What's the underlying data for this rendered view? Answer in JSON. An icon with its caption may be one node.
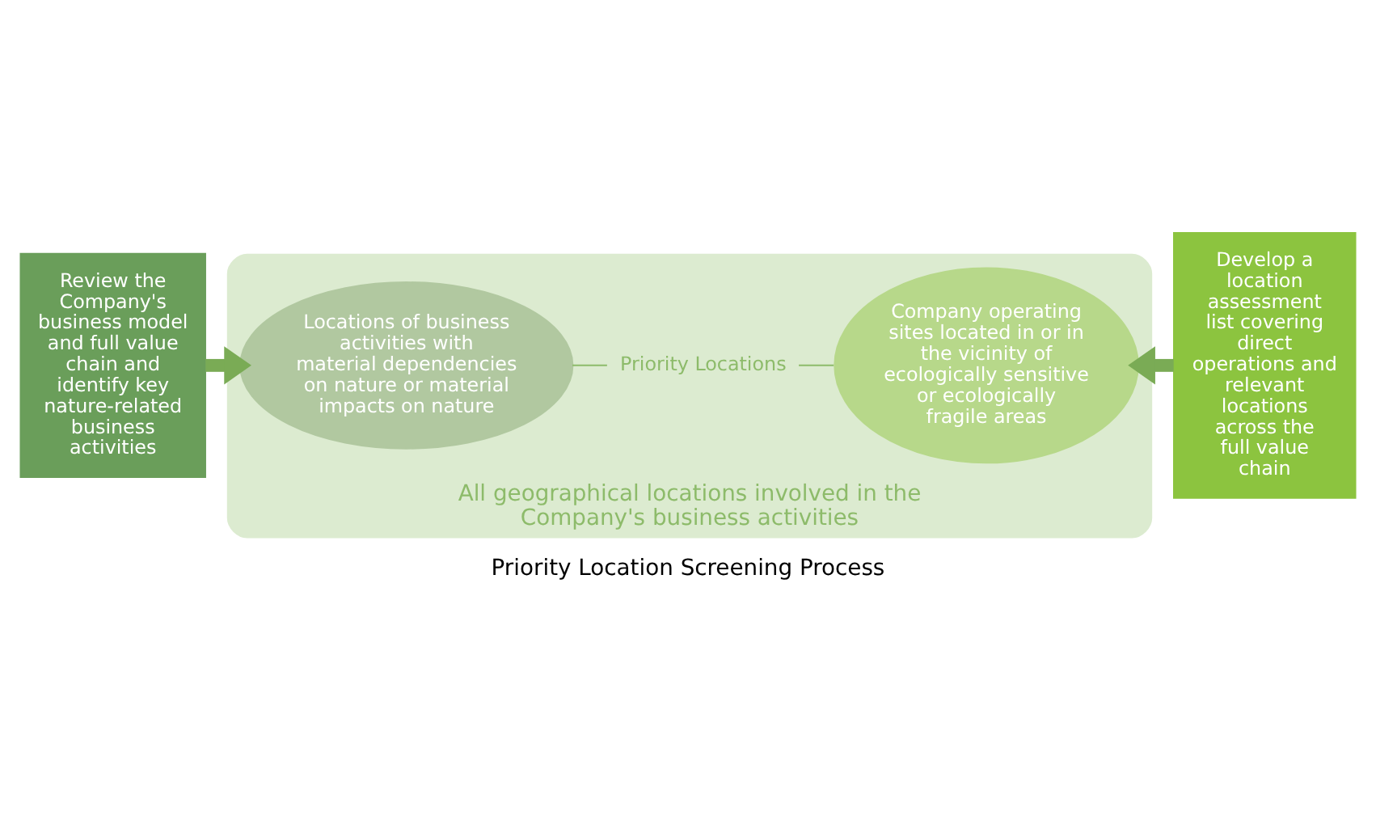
{
  "diagram": {
    "caption": "Priority Location Screening Process",
    "nodes": [
      {
        "text": [
          "All geographical locations involved in the Company's business activities"
        ]
      },
      {
        "text": [
          "Locations of business activities with material dependencies on nature or material impacts on nature"
        ],
        "in": 0
      },
      {
        "text": [
          "Company operating sites located in or in the vicinity of ecologically sensitive or ecologically fragile areas"
        ],
        "in": 0
      },
      {
        "text": [
          "Priority Locations"
        ],
        "in": 0
      },
      {
        "text": [
          "Review the Company's business model and full value chain and identify key nature-related business activities"
        ]
      },
      {
        "text": [
          "Develop a location assessment list covering direct operations and relevant locations across the full value chain"
        ]
      }
    ],
    "edges": [
      {
        "from": 4,
        "to": 1,
        "arrow": "to",
        "style": "thick"
      },
      {
        "from": 5,
        "to": 2,
        "arrow": "to",
        "style": "thick"
      },
      {
        "from": 1,
        "to": 3,
        "arrow": "none"
      },
      {
        "from": 2,
        "to": 3,
        "arrow": "none"
      }
    ]
  }
}
